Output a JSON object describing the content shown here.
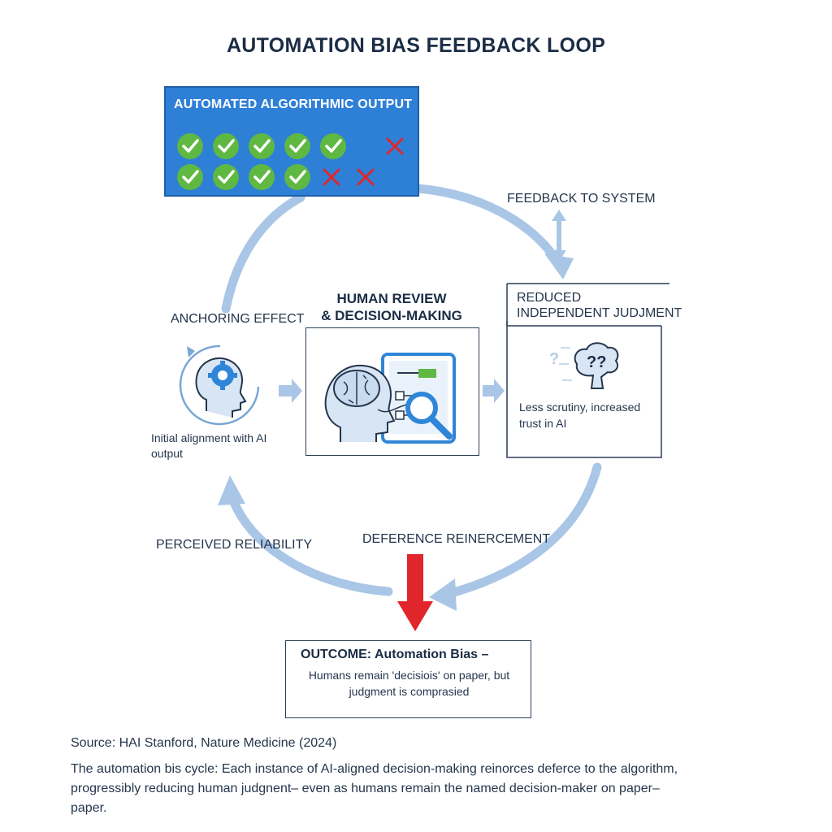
{
  "title": "AUTOMATION BIAS FEEDBACK LOOP",
  "output_panel": {
    "title": "AUTOMATED ALGORITHMIC OUTPUT",
    "row1": [
      "check",
      "check",
      "check",
      "check",
      "check",
      "cross"
    ],
    "row2": [
      "check",
      "check",
      "check",
      "check",
      "cross",
      "cross"
    ]
  },
  "labels": {
    "feedback": "FEEDBACK TO SYSTEM",
    "anchoring": "ANCHORING EFFECT",
    "anchoring_desc": [
      "Initial alignment with AI",
      "output"
    ],
    "perceived": "PERCEIVED RELIABILITY",
    "deference": "DEFERENCE REINERCEMENT"
  },
  "center_box": {
    "title_line1": "HUMAN REVIEW",
    "title_line2": "& DECISION-MAKING"
  },
  "reduced_box": {
    "title_line1": "REDUCED",
    "title_line2": "INDEPENDENT JUDJMENT",
    "desc_line1": "Less scrutiny, increased",
    "desc_line2": "trust in AI",
    "icon_text": "??"
  },
  "outcome": {
    "title": "OUTCOME: Automation Bias –",
    "line1": "Humans remain 'decisiois' on paper, but",
    "line2": "judgment is comprasied"
  },
  "source": "Source: HAI Stanford, Nature Medicine (2024)",
  "caption": {
    "line1": "The automation bis cycle: Each instance of AI-aligned decision-making reinorces deferce to the algorithm,",
    "line2": "progressibly reducing human judgnent– even as humans remain the named decision-maker on paper–",
    "line3": "paper."
  },
  "colors": {
    "panel_blue": "#2e7fd6",
    "check_green": "#5fb842",
    "cross_red": "#e0262b",
    "loop_arrow": "#a9c6e6",
    "accent_blue": "#2f86d8",
    "red_arrow": "#e0262b"
  },
  "icons": [
    "check-circle-icon",
    "cross-icon",
    "head-gear-icon",
    "brain-tablet-icon",
    "magnifier-icon",
    "confused-brain-icon",
    "red-down-arrow-icon",
    "loop-arrow-icon"
  ]
}
